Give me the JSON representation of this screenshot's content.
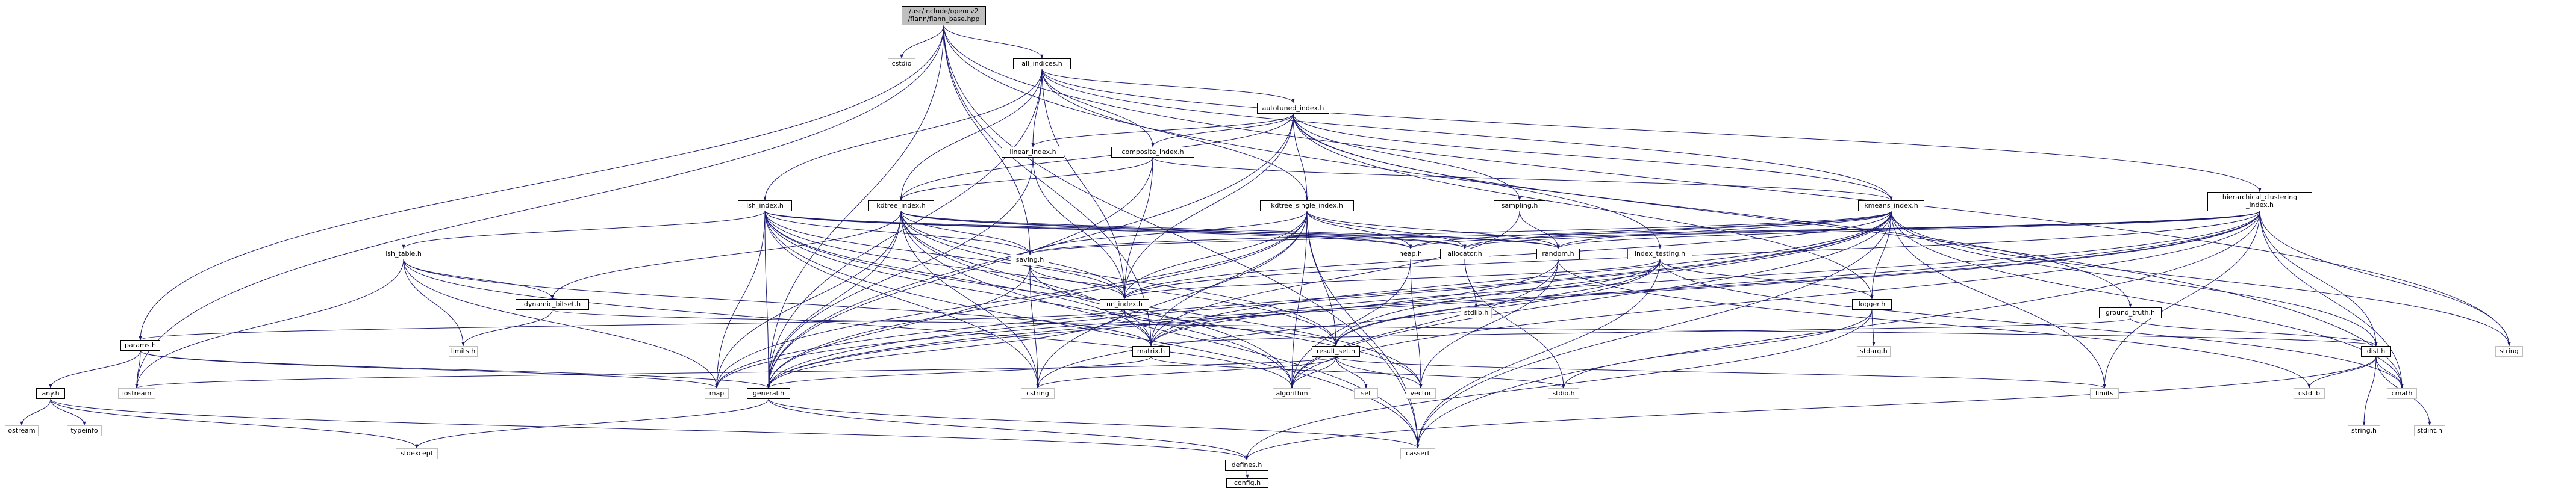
{
  "graph": {
    "edge_color": "#191970",
    "nodes": [
      {
        "id": "root",
        "label": "/usr/include/opencv2\n/flann/flann_base.hpp",
        "style": "root"
      },
      {
        "id": "cstdio",
        "label": "cstdio",
        "style": "gray"
      },
      {
        "id": "all_indices",
        "label": "all_indices.h",
        "style": "normal"
      },
      {
        "id": "autotuned",
        "label": "autotuned_index.h",
        "style": "normal"
      },
      {
        "id": "linear",
        "label": "linear_index.h",
        "style": "normal"
      },
      {
        "id": "composite",
        "label": "composite_index.h",
        "style": "normal"
      },
      {
        "id": "kmeans",
        "label": "kmeans_index.h",
        "style": "normal"
      },
      {
        "id": "hier",
        "label": "hierarchical_clustering\n_index.h",
        "style": "normal"
      },
      {
        "id": "lsh_index",
        "label": "lsh_index.h",
        "style": "normal"
      },
      {
        "id": "kdtree",
        "label": "kdtree_index.h",
        "style": "normal"
      },
      {
        "id": "kdtree_single",
        "label": "kdtree_single_index.h",
        "style": "normal"
      },
      {
        "id": "sampling",
        "label": "sampling.h",
        "style": "normal"
      },
      {
        "id": "lsh_table",
        "label": "lsh_table.h",
        "style": "red"
      },
      {
        "id": "saving",
        "label": "saving.h",
        "style": "normal"
      },
      {
        "id": "heap",
        "label": "heap.h",
        "style": "normal"
      },
      {
        "id": "allocator",
        "label": "allocator.h",
        "style": "normal"
      },
      {
        "id": "random",
        "label": "random.h",
        "style": "normal"
      },
      {
        "id": "index_testing",
        "label": "index_testing.h",
        "style": "red"
      },
      {
        "id": "dynamic_bitset",
        "label": "dynamic_bitset.h",
        "style": "normal"
      },
      {
        "id": "nn_index",
        "label": "nn_index.h",
        "style": "normal"
      },
      {
        "id": "stdlib",
        "label": "stdlib.h",
        "style": "gray"
      },
      {
        "id": "logger",
        "label": "logger.h",
        "style": "normal"
      },
      {
        "id": "ground_truth",
        "label": "ground_truth.h",
        "style": "normal"
      },
      {
        "id": "params",
        "label": "params.h",
        "style": "normal"
      },
      {
        "id": "limits_l",
        "label": "limits.h",
        "style": "gray"
      },
      {
        "id": "matrix",
        "label": "matrix.h",
        "style": "normal"
      },
      {
        "id": "result_set",
        "label": "result_set.h",
        "style": "normal"
      },
      {
        "id": "stdarg",
        "label": "stdarg.h",
        "style": "gray"
      },
      {
        "id": "dist",
        "label": "dist.h",
        "style": "normal"
      },
      {
        "id": "string",
        "label": "string",
        "style": "gray"
      },
      {
        "id": "any",
        "label": "any.h",
        "style": "normal"
      },
      {
        "id": "iostream",
        "label": "iostream",
        "style": "gray"
      },
      {
        "id": "map",
        "label": "map",
        "style": "gray"
      },
      {
        "id": "general",
        "label": "general.h",
        "style": "normal"
      },
      {
        "id": "cstring",
        "label": "cstring",
        "style": "gray"
      },
      {
        "id": "algorithm",
        "label": "algorithm",
        "style": "gray"
      },
      {
        "id": "set",
        "label": "set",
        "style": "gray"
      },
      {
        "id": "vector",
        "label": "vector",
        "style": "gray"
      },
      {
        "id": "stdio",
        "label": "stdio.h",
        "style": "gray"
      },
      {
        "id": "limits",
        "label": "limits",
        "style": "gray"
      },
      {
        "id": "cstdlib",
        "label": "cstdlib",
        "style": "gray"
      },
      {
        "id": "cmath",
        "label": "cmath",
        "style": "gray"
      },
      {
        "id": "string_h",
        "label": "string.h",
        "style": "gray"
      },
      {
        "id": "stdint",
        "label": "stdint.h",
        "style": "gray"
      },
      {
        "id": "ostream",
        "label": "ostream",
        "style": "gray"
      },
      {
        "id": "typeinfo",
        "label": "typeinfo",
        "style": "gray"
      },
      {
        "id": "stdexcept",
        "label": "stdexcept",
        "style": "gray"
      },
      {
        "id": "cassert",
        "label": "cassert",
        "style": "gray"
      },
      {
        "id": "defines",
        "label": "defines.h",
        "style": "normal"
      },
      {
        "id": "config",
        "label": "config.h",
        "style": "normal"
      }
    ],
    "edges": [
      [
        "root",
        "cstdio"
      ],
      [
        "root",
        "all_indices"
      ],
      [
        "root",
        "general"
      ],
      [
        "root",
        "matrix"
      ],
      [
        "root",
        "params"
      ],
      [
        "root",
        "saving"
      ],
      [
        "root",
        "iostream"
      ],
      [
        "root",
        "string"
      ],
      [
        "root",
        "cassert"
      ],
      [
        "root",
        "cmath"
      ],
      [
        "all_indices",
        "general"
      ],
      [
        "all_indices",
        "nn_index"
      ],
      [
        "all_indices",
        "kdtree"
      ],
      [
        "all_indices",
        "kdtree_single"
      ],
      [
        "all_indices",
        "kmeans"
      ],
      [
        "all_indices",
        "composite"
      ],
      [
        "all_indices",
        "linear"
      ],
      [
        "all_indices",
        "hier"
      ],
      [
        "all_indices",
        "lsh_index"
      ],
      [
        "all_indices",
        "autotuned"
      ],
      [
        "autotuned",
        "general"
      ],
      [
        "autotuned",
        "nn_index"
      ],
      [
        "autotuned",
        "ground_truth"
      ],
      [
        "autotuned",
        "index_testing"
      ],
      [
        "autotuned",
        "sampling"
      ],
      [
        "autotuned",
        "kdtree"
      ],
      [
        "autotuned",
        "kdtree_single"
      ],
      [
        "autotuned",
        "kmeans"
      ],
      [
        "autotuned",
        "composite"
      ],
      [
        "autotuned",
        "linear"
      ],
      [
        "autotuned",
        "logger"
      ],
      [
        "linear",
        "general"
      ],
      [
        "linear",
        "nn_index"
      ],
      [
        "composite",
        "general"
      ],
      [
        "composite",
        "nn_index"
      ],
      [
        "composite",
        "kdtree"
      ],
      [
        "composite",
        "kmeans"
      ],
      [
        "kmeans",
        "algorithm"
      ],
      [
        "kmeans",
        "string"
      ],
      [
        "kmeans",
        "map"
      ],
      [
        "kmeans",
        "cassert"
      ],
      [
        "kmeans",
        "limits"
      ],
      [
        "kmeans",
        "cmath"
      ],
      [
        "kmeans",
        "general"
      ],
      [
        "kmeans",
        "nn_index"
      ],
      [
        "kmeans",
        "dist"
      ],
      [
        "kmeans",
        "matrix"
      ],
      [
        "kmeans",
        "result_set"
      ],
      [
        "kmeans",
        "heap"
      ],
      [
        "kmeans",
        "allocator"
      ],
      [
        "kmeans",
        "random"
      ],
      [
        "kmeans",
        "saving"
      ],
      [
        "kmeans",
        "logger"
      ],
      [
        "hier",
        "algorithm"
      ],
      [
        "hier",
        "string"
      ],
      [
        "hier",
        "map"
      ],
      [
        "hier",
        "cassert"
      ],
      [
        "hier",
        "limits"
      ],
      [
        "hier",
        "cmath"
      ],
      [
        "hier",
        "general"
      ],
      [
        "hier",
        "nn_index"
      ],
      [
        "hier",
        "dist"
      ],
      [
        "hier",
        "matrix"
      ],
      [
        "hier",
        "result_set"
      ],
      [
        "hier",
        "heap"
      ],
      [
        "hier",
        "allocator"
      ],
      [
        "hier",
        "random"
      ],
      [
        "hier",
        "saving"
      ],
      [
        "lsh_index",
        "algorithm"
      ],
      [
        "lsh_index",
        "cassert"
      ],
      [
        "lsh_index",
        "cstring"
      ],
      [
        "lsh_index",
        "map"
      ],
      [
        "lsh_index",
        "vector"
      ],
      [
        "lsh_index",
        "general"
      ],
      [
        "lsh_index",
        "nn_index"
      ],
      [
        "lsh_index",
        "matrix"
      ],
      [
        "lsh_index",
        "result_set"
      ],
      [
        "lsh_index",
        "heap"
      ],
      [
        "lsh_index",
        "lsh_table"
      ],
      [
        "lsh_index",
        "allocator"
      ],
      [
        "lsh_index",
        "random"
      ],
      [
        "lsh_index",
        "saving"
      ],
      [
        "kdtree",
        "algorithm"
      ],
      [
        "kdtree",
        "map"
      ],
      [
        "kdtree",
        "cassert"
      ],
      [
        "kdtree",
        "cstring"
      ],
      [
        "kdtree",
        "general"
      ],
      [
        "kdtree",
        "nn_index"
      ],
      [
        "kdtree",
        "dynamic_bitset"
      ],
      [
        "kdtree",
        "matrix"
      ],
      [
        "kdtree",
        "result_set"
      ],
      [
        "kdtree",
        "heap"
      ],
      [
        "kdtree",
        "allocator"
      ],
      [
        "kdtree",
        "random"
      ],
      [
        "kdtree",
        "saving"
      ],
      [
        "kdtree_single",
        "algorithm"
      ],
      [
        "kdtree_single",
        "map"
      ],
      [
        "kdtree_single",
        "cassert"
      ],
      [
        "kdtree_single",
        "cstring"
      ],
      [
        "kdtree_single",
        "general"
      ],
      [
        "kdtree_single",
        "nn_index"
      ],
      [
        "kdtree_single",
        "matrix"
      ],
      [
        "kdtree_single",
        "result_set"
      ],
      [
        "kdtree_single",
        "heap"
      ],
      [
        "kdtree_single",
        "allocator"
      ],
      [
        "kdtree_single",
        "random"
      ],
      [
        "kdtree_single",
        "saving"
      ],
      [
        "sampling",
        "matrix"
      ],
      [
        "sampling",
        "random"
      ],
      [
        "lsh_table",
        "algorithm"
      ],
      [
        "lsh_table",
        "iostream"
      ],
      [
        "lsh_table",
        "iomanip"
      ],
      [
        "lsh_table",
        "limits_l"
      ],
      [
        "lsh_table",
        "dynamic_bitset"
      ],
      [
        "lsh_table",
        "matrix"
      ],
      [
        "lsh_table",
        "map"
      ],
      [
        "saving",
        "cstring"
      ],
      [
        "saving",
        "vector"
      ],
      [
        "saving",
        "general"
      ],
      [
        "saving",
        "nn_index"
      ],
      [
        "heap",
        "algorithm"
      ],
      [
        "heap",
        "vector"
      ],
      [
        "allocator",
        "stdlib"
      ],
      [
        "allocator",
        "stdio"
      ],
      [
        "random",
        "algorithm"
      ],
      [
        "random",
        "cstdlib"
      ],
      [
        "random",
        "vector"
      ],
      [
        "random",
        "general"
      ],
      [
        "index_testing",
        "cstring"
      ],
      [
        "index_testing",
        "cassert"
      ],
      [
        "index_testing",
        "cmath"
      ],
      [
        "index_testing",
        "matrix"
      ],
      [
        "index_testing",
        "nn_index"
      ],
      [
        "index_testing",
        "result_set"
      ],
      [
        "index_testing",
        "logger"
      ],
      [
        "index_testing",
        "timer"
      ],
      [
        "dynamic_bitset",
        "limits_l"
      ],
      [
        "dynamic_bitset",
        "dist"
      ],
      [
        "nn_index",
        "general"
      ],
      [
        "nn_index",
        "matrix"
      ],
      [
        "nn_index",
        "result_set"
      ],
      [
        "nn_index",
        "params"
      ],
      [
        "logger",
        "stdio"
      ],
      [
        "logger",
        "stdarg"
      ],
      [
        "logger",
        "defines"
      ],
      [
        "ground_truth",
        "dist"
      ],
      [
        "ground_truth",
        "matrix"
      ],
      [
        "params",
        "any"
      ],
      [
        "params",
        "general"
      ],
      [
        "params",
        "iostream"
      ],
      [
        "params",
        "map"
      ],
      [
        "matrix",
        "stdio"
      ],
      [
        "matrix",
        "general"
      ],
      [
        "result_set",
        "algorithm"
      ],
      [
        "result_set",
        "cstring"
      ],
      [
        "result_set",
        "iostream"
      ],
      [
        "result_set",
        "limits"
      ],
      [
        "result_set",
        "set"
      ],
      [
        "result_set",
        "vector"
      ],
      [
        "dist",
        "cmath"
      ],
      [
        "dist",
        "cstdlib"
      ],
      [
        "dist",
        "string_h"
      ],
      [
        "dist",
        "stdint"
      ],
      [
        "dist",
        "defines"
      ],
      [
        "any",
        "defines"
      ],
      [
        "any",
        "stdexcept"
      ],
      [
        "any",
        "ostream"
      ],
      [
        "any",
        "typeinfo"
      ],
      [
        "general",
        "defines"
      ],
      [
        "general",
        "stdexcept"
      ],
      [
        "general",
        "cassert"
      ],
      [
        "defines",
        "config"
      ]
    ]
  }
}
